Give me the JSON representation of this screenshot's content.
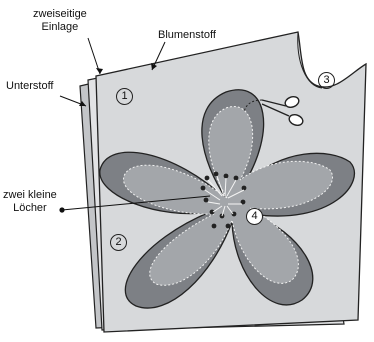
{
  "labels": {
    "zweiseitige_einlage": "zweiseitige\nEinlage",
    "blumenstoff": "Blumenstoff",
    "unterstoff": "Unterstoff",
    "zwei_kleine_loecher": "zwei kleine\nLöcher"
  },
  "step_numbers": {
    "one": "1",
    "two": "2",
    "three": "3",
    "four": "4"
  },
  "colors": {
    "fabric_light": "#d7d9db",
    "fabric_mid": "#c3c5c8",
    "petal_outer": "#7d8085",
    "petal_inner": "#a3a6aa",
    "outline": "#222222"
  },
  "icons": [
    "scissors-icon"
  ]
}
